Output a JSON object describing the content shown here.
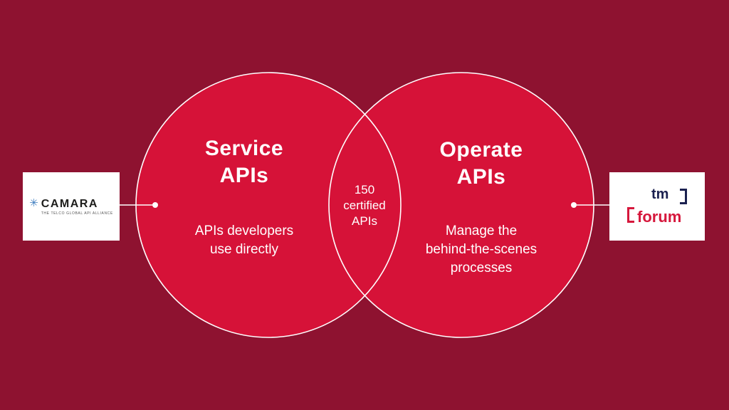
{
  "venn": {
    "left": {
      "title": "Service\nAPIs",
      "description": "APIs developers\nuse directly"
    },
    "right": {
      "title": "Operate\nAPIs",
      "description": "Manage the\nbehind-the-scenes\nprocesses"
    },
    "center": {
      "label": "150\ncertified\nAPIs"
    }
  },
  "logos": {
    "camara": {
      "name": "CAMARA",
      "tagline": "THE TELCO GLOBAL API ALLIANCE",
      "icon": "camara-asterisk-icon"
    },
    "tmforum": {
      "tm": "tm",
      "forum": "forum"
    }
  },
  "colors": {
    "background": "#8e1230",
    "circle_fill": "#d61238",
    "outline_white": "#ffffff",
    "camara_icon_blue": "#3f7ec0",
    "camara_text": "#1d1d1b",
    "tmforum_navy": "#1b2150",
    "tmforum_red": "#d6173c"
  }
}
